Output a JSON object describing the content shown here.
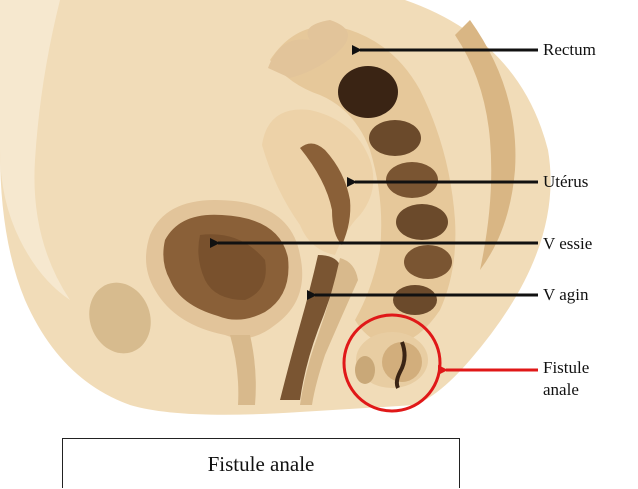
{
  "labels": {
    "rectum": "Rectum",
    "uterus": "Utérus",
    "vessie": "V essie",
    "vagin": "V agin",
    "fistule_line1": "Fistule",
    "fistule_line2": "anale"
  },
  "caption": "Fistule anale",
  "colors": {
    "skin": "#f1dcb8",
    "skin_light": "#f6e8cf",
    "tissue": "#e2c49a",
    "fold": "#c9a878",
    "cavity": "#7a5532",
    "cavity_dark": "#3a2414",
    "arrow": "#111111",
    "highlight": "#e01818"
  }
}
